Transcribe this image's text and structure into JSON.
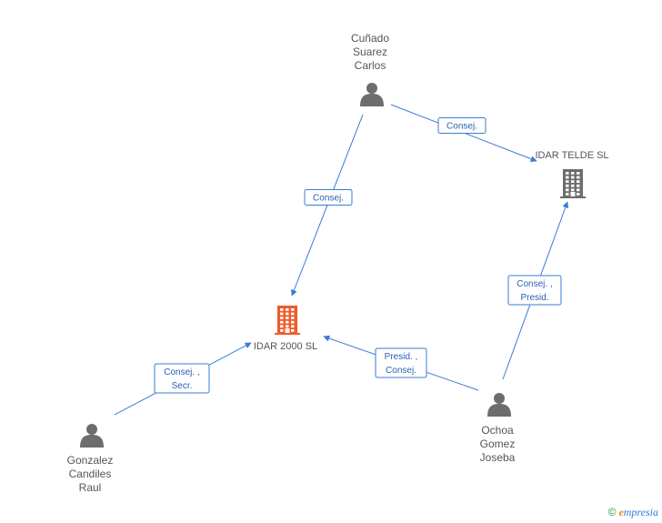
{
  "colors": {
    "edge": "#3a7bd5",
    "person": "#6d6d6d",
    "company_main": "#f05a2a",
    "company_other": "#6d6d6d"
  },
  "nodes": [
    {
      "id": "cunado",
      "type": "person",
      "label_lines": [
        "Cuñado",
        "Suarez",
        "Carlos"
      ],
      "icon": "person-icon"
    },
    {
      "id": "idar_telde",
      "type": "company",
      "label_lines": [
        "IDAR TELDE SL"
      ],
      "icon": "building-icon"
    },
    {
      "id": "idar_2000",
      "type": "company-main",
      "label_lines": [
        "IDAR 2000 SL"
      ],
      "icon": "building-icon"
    },
    {
      "id": "ochoa",
      "type": "person",
      "label_lines": [
        "Ochoa",
        "Gomez",
        "Joseba"
      ],
      "icon": "person-icon"
    },
    {
      "id": "gonzalez",
      "type": "person",
      "label_lines": [
        "Gonzalez",
        "Candiles",
        "Raul"
      ],
      "icon": "person-icon"
    }
  ],
  "edges": [
    {
      "id": "cunado-telde",
      "from": "cunado",
      "to": "idar_telde",
      "label_lines": [
        "Consej."
      ]
    },
    {
      "id": "cunado-2000",
      "from": "cunado",
      "to": "idar_2000",
      "label_lines": [
        "Consej."
      ]
    },
    {
      "id": "ochoa-telde",
      "from": "ochoa",
      "to": "idar_telde",
      "label_lines": [
        "Consej. ,",
        "Presid."
      ]
    },
    {
      "id": "ochoa-2000",
      "from": "ochoa",
      "to": "idar_2000",
      "label_lines": [
        "Presid. ,",
        "Consej."
      ]
    },
    {
      "id": "gonzalez-2000",
      "from": "gonzalez",
      "to": "idar_2000",
      "label_lines": [
        "Consej. ,",
        "Secr."
      ]
    }
  ],
  "watermark": {
    "copyright": "©",
    "brand_first": "e",
    "brand_rest": "mpresia"
  }
}
